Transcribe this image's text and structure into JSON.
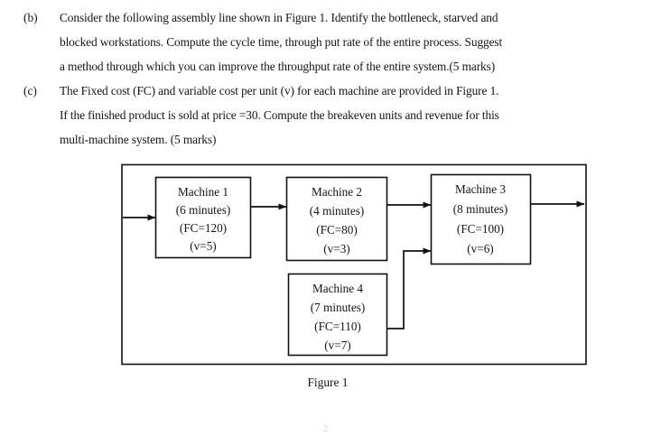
{
  "document": {
    "background_color": "#ffffff",
    "text_color": "#141414"
  },
  "questions": [
    {
      "label": "(b)",
      "lines": [
        "Consider the following assembly line shown in Figure 1. Identify the bottleneck, starved and",
        "blocked workstations. Compute the cycle time, through put rate of the entire process. Suggest",
        "a method through which you can improve the throughput rate of the entire system.(5 marks)"
      ]
    },
    {
      "label": "(c)",
      "lines": [
        "The Fixed cost (FC) and variable cost per unit (v) for each machine are provided in Figure 1.",
        "If the finished product is sold at price =30. Compute the breakeven units and revenue for this",
        "multi-machine system. (5 marks)"
      ]
    }
  ],
  "figure": {
    "caption": "Figure 1",
    "page_artifact": "2",
    "machines": [
      {
        "id": "machine-1",
        "name": "Machine 1",
        "time": "(6 minutes)",
        "fixed_cost": "(FC=120)",
        "variable_cost": "(v=5)"
      },
      {
        "id": "machine-2",
        "name": "Machine 2",
        "time": "(4 minutes)",
        "fixed_cost": "(FC=80)",
        "variable_cost": "(v=3)"
      },
      {
        "id": "machine-3",
        "name": "Machine 3",
        "time": "(8 minutes)",
        "fixed_cost": "(FC=100)",
        "variable_cost": "(v=6)"
      },
      {
        "id": "machine-4",
        "name": "Machine 4",
        "time": "(7 minutes)",
        "fixed_cost": "(FC=110)",
        "variable_cost": "(v=7)"
      }
    ],
    "flows": [
      "input -> Machine 1",
      "Machine 1 -> Machine 2",
      "Machine 2 -> Machine 3",
      "Machine 4 -> Machine 3",
      "Machine 3 -> output"
    ],
    "line_color": "#111111"
  }
}
